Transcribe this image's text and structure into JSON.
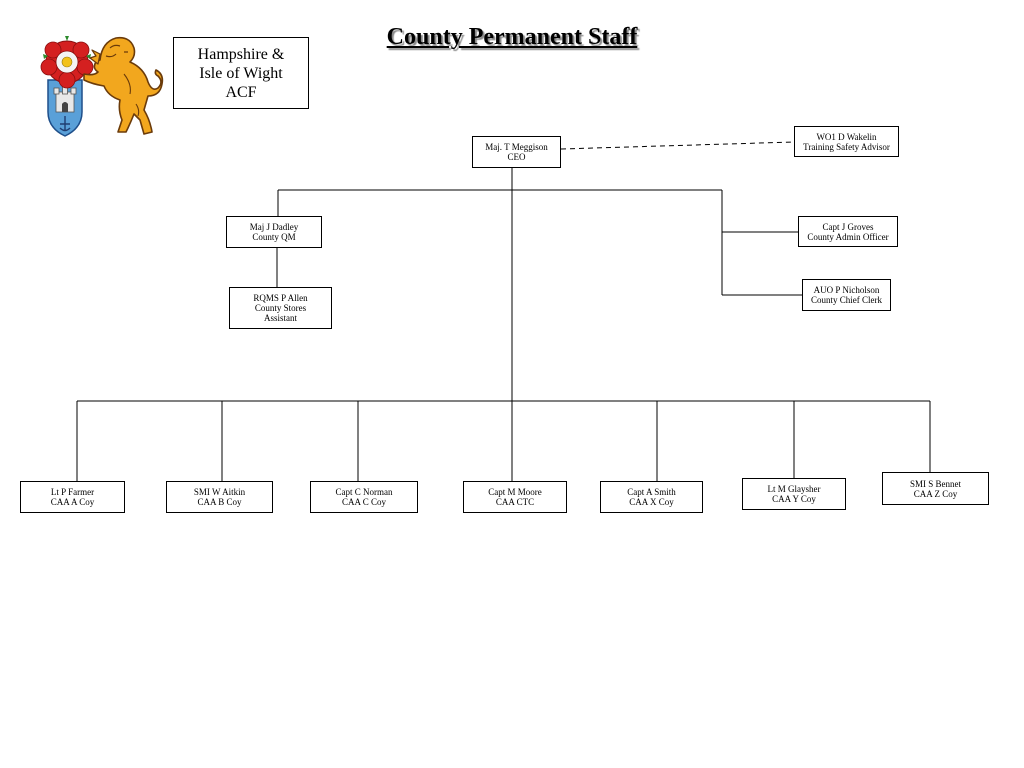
{
  "title": "County Permanent Staff",
  "organisation": {
    "line1": "Hampshire &",
    "line2": "Isle of Wight",
    "line3": "ACF"
  },
  "crest": {
    "icon": "hampshire-iow-crest-icon"
  },
  "ceo": {
    "line1": "Maj. T Meggison",
    "line2": "CEO"
  },
  "advisor": {
    "line1": "WO1 D Wakelin",
    "line2": "Training Safety Advisor"
  },
  "qm": {
    "line1": "Maj J Dadley",
    "line2": "County QM"
  },
  "stores": {
    "line1": "RQMS P Allen",
    "line2": "County Stores",
    "line3": "Assistant"
  },
  "admin_officer": {
    "line1": "Capt J Groves",
    "line2": "County Admin Officer"
  },
  "chief_clerk": {
    "line1": "AUO P Nicholson",
    "line2": "County Chief Clerk"
  },
  "companies": [
    {
      "line1": "Lt P Farmer",
      "line2": "CAA A Coy"
    },
    {
      "line1": "SMI W Aitkin",
      "line2": "CAA B Coy"
    },
    {
      "line1": "Capt C Norman",
      "line2": "CAA C Coy"
    },
    {
      "line1": "Capt M Moore",
      "line2": "CAA CTC"
    },
    {
      "line1": "Capt A Smith",
      "line2": "CAA X Coy"
    },
    {
      "line1": "Lt M Glaysher",
      "line2": "CAA Y Coy"
    },
    {
      "line1": "SMI S Bennet",
      "line2": "CAA Z Coy"
    }
  ]
}
